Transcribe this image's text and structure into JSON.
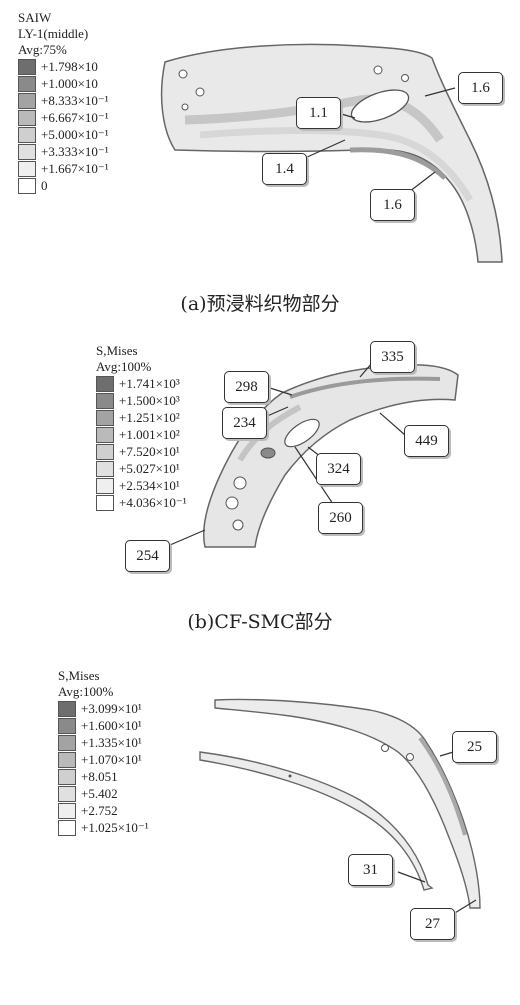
{
  "panel_a": {
    "legend": {
      "header": [
        "SAIW",
        "LY-1(middle)",
        "Avg:75%"
      ],
      "values": [
        "+1.798×10",
        "+1.000×10",
        "+8.333×10⁻¹",
        "+6.667×10⁻¹",
        "+5.000×10⁻¹",
        "+3.333×10⁻¹",
        "+1.667×10⁻¹",
        "0"
      ],
      "colors": [
        "#6e6e6e",
        "#8a8a8a",
        "#a3a3a3",
        "#bababa",
        "#cfcfcf",
        "#e0e0e0",
        "#efefef",
        "#ffffff"
      ]
    },
    "callouts": [
      "1.6",
      "1.1",
      "1.4",
      "1.6"
    ],
    "caption": "(a)预浸料织物部分"
  },
  "panel_b": {
    "legend": {
      "header": [
        "S,Mises",
        "Avg:100%"
      ],
      "values": [
        "+1.741×10³",
        "+1.500×10³",
        "+1.251×10²",
        "+1.001×10²",
        "+7.520×10¹",
        "+5.027×10¹",
        "+2.534×10¹",
        "+4.036×10⁻¹"
      ],
      "colors": [
        "#6e6e6e",
        "#8a8a8a",
        "#a3a3a3",
        "#bababa",
        "#cfcfcf",
        "#e0e0e0",
        "#efefef",
        "#ffffff"
      ]
    },
    "callouts": [
      "335",
      "298",
      "234",
      "449",
      "324",
      "260",
      "254"
    ],
    "caption": "(b)CF-SMC部分"
  },
  "panel_c": {
    "legend": {
      "header": [
        "S,Mises",
        "Avg:100%"
      ],
      "values": [
        "+3.099×10¹",
        "+1.600×10¹",
        "+1.335×10¹",
        "+1.070×10¹",
        "+8.051",
        "+5.402",
        "+2.752",
        "+1.025×10⁻¹"
      ],
      "colors": [
        "#6e6e6e",
        "#8a8a8a",
        "#a3a3a3",
        "#bababa",
        "#cfcfcf",
        "#e0e0e0",
        "#efefef",
        "#ffffff"
      ]
    },
    "callouts": [
      "25",
      "31",
      "27"
    ]
  }
}
